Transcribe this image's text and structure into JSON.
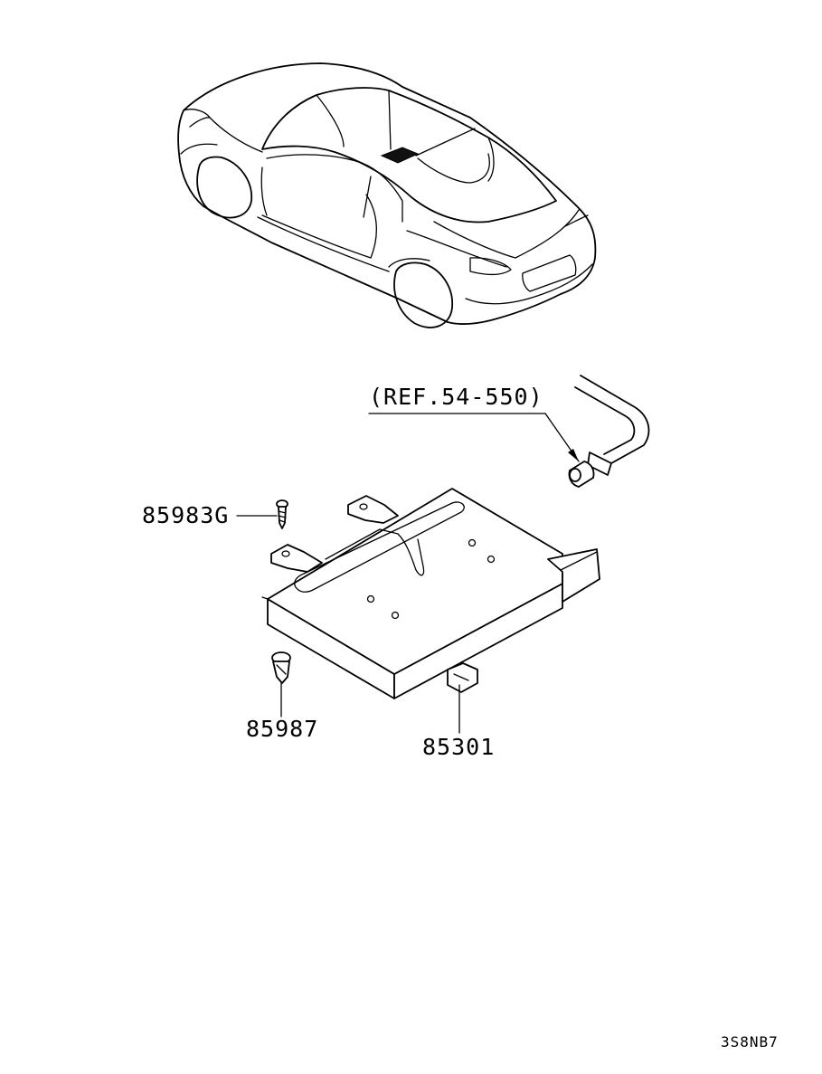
{
  "labels": {
    "ref": "(REF.54-550)",
    "part_85983g": "85983G",
    "part_85987": "85987",
    "part_85301": "85301",
    "drawing_code": "3S8NB7"
  }
}
